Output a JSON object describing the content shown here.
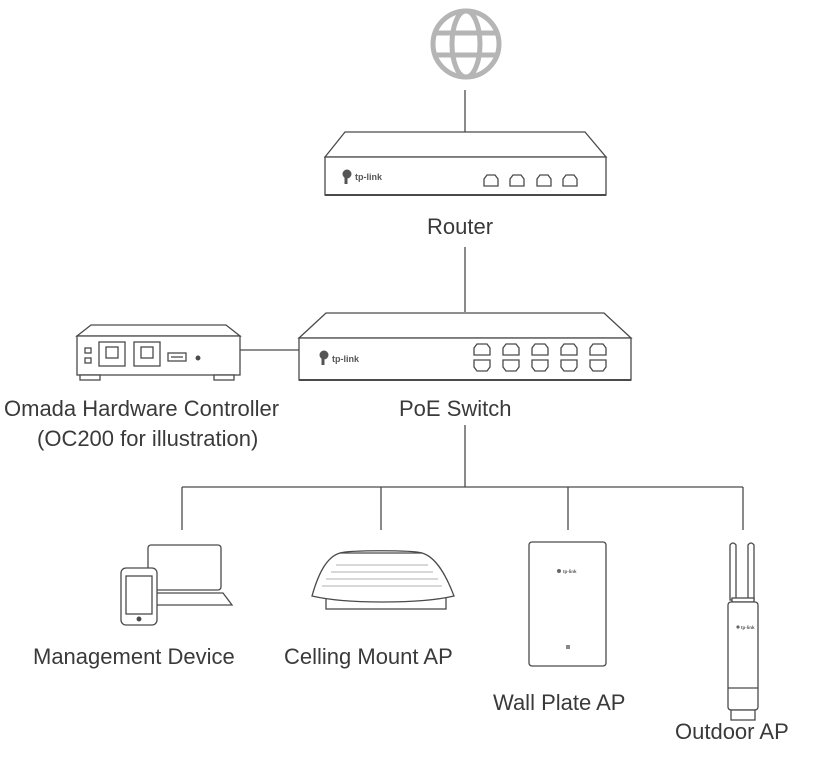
{
  "labels": {
    "router": "Router",
    "controller_line1": "Omada Hardware Controller",
    "controller_line2": "(OC200 for illustration)",
    "switch": "PoE Switch",
    "management": "Management Device",
    "ceiling": "Celling Mount AP",
    "wallplate": "Wall Plate AP",
    "outdoor": "Outdoor AP"
  },
  "brand": {
    "router": "tp-link",
    "switch": "tp-link",
    "wallplate": "tp-link",
    "outdoor": "tp-link"
  },
  "colors": {
    "line": "#4a4a4a",
    "globe": "#b5b5b5",
    "text": "#3a3a3a"
  },
  "icons": {
    "internet": "globe-icon",
    "router": "router-icon",
    "switch": "switch-icon",
    "controller": "controller-icon",
    "management": "laptop-phone-icon",
    "ceiling": "ceiling-ap-icon",
    "wallplate": "wall-plate-ap-icon",
    "outdoor": "outdoor-ap-icon"
  }
}
